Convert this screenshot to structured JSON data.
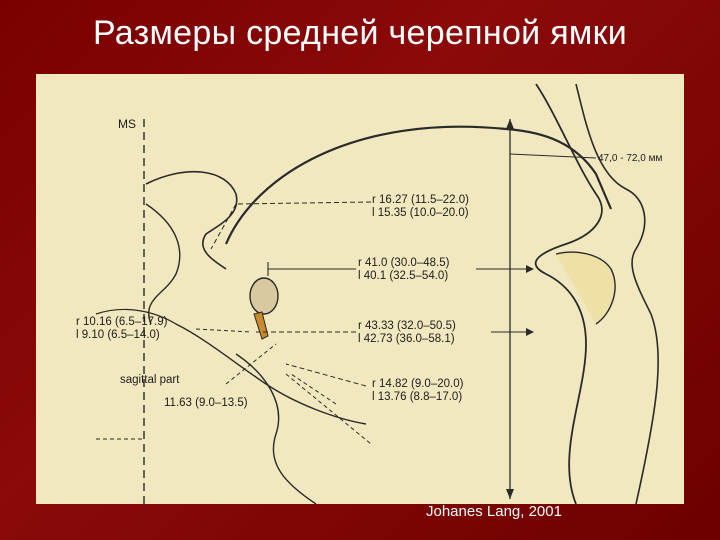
{
  "slide": {
    "title": "Размеры средней черепной ямки",
    "credit": "Johanes Lang, 2001"
  },
  "figure": {
    "labels": {
      "ms": "MS",
      "height_range": "47,0 - 72,0 мм",
      "m1_r": "r 16.27  (11.5–22.0)",
      "m1_l": "l 15.35  (10.0–20.0)",
      "m2_r": "r 41.0  (30.0–48.5)",
      "m2_l": "l 40.1  (32.5–54.0)",
      "m3_r": "r 10.16  (6.5–17.9)",
      "m3_l": "l  9.10  (6.5–14.0)",
      "m4_r": "r 43.33  (32.0–50.5)",
      "m4_l": "l 42.73  (36.0–58.1)",
      "sagittal": "sagittal part",
      "m5_r": "r 14.82  (9.0–20.0)",
      "m5_l": "l 13.76  (8.8–17.0)",
      "m6": "11.63  (9.0–13.5)"
    },
    "colors": {
      "slide_bg": "#7a0000",
      "figure_bg": "#f2e8bf",
      "line": "#2a2a2a",
      "accent": "#c88a2a"
    }
  }
}
